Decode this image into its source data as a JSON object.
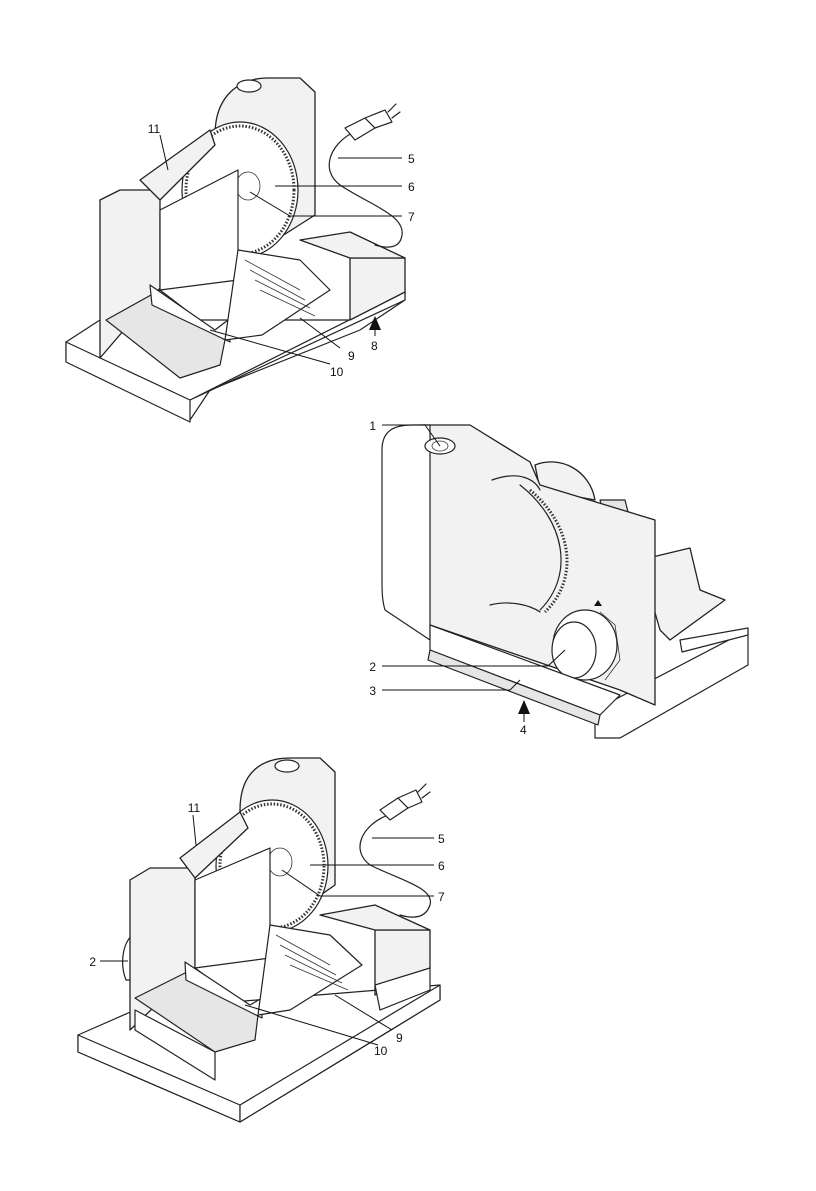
{
  "figures": [
    {
      "id": "figure-top",
      "labels": [
        "11",
        "5",
        "6",
        "7",
        "9",
        "8",
        "10"
      ]
    },
    {
      "id": "figure-middle",
      "labels": [
        "1",
        "2",
        "3",
        "4"
      ]
    },
    {
      "id": "figure-bottom",
      "labels": [
        "11",
        "5",
        "6",
        "7",
        "2",
        "9",
        "10"
      ]
    }
  ]
}
